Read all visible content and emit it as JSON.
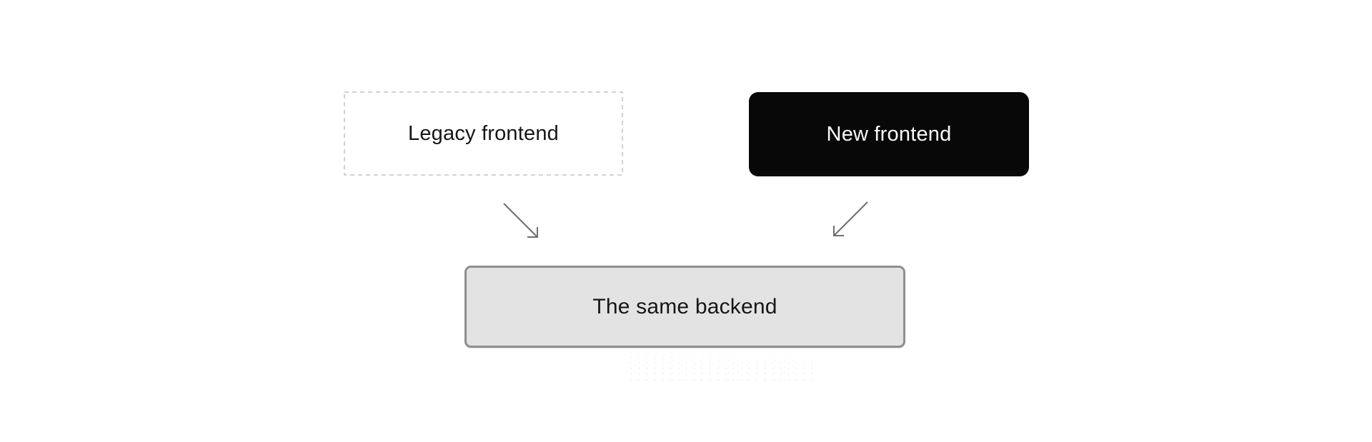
{
  "diagram": {
    "boxes": {
      "legacy": {
        "label": "Legacy frontend"
      },
      "new": {
        "label": "New frontend"
      },
      "backend": {
        "label": "The same backend"
      }
    },
    "icons": {
      "left_arrow": "arrow-down-right-icon",
      "right_arrow": "arrow-down-left-icon"
    },
    "colors": {
      "canvas_bg": "#ffffff",
      "text_dark": "#161616",
      "legacy_border": "#c4c4c4",
      "legacy_bg": "#ffffff",
      "new_box_bg": "#080808",
      "new_box_text": "#fafafa",
      "backend_bg": "#e3e3e4",
      "backend_border": "#8f8f8f",
      "arrow": "#6f6f6f"
    }
  }
}
